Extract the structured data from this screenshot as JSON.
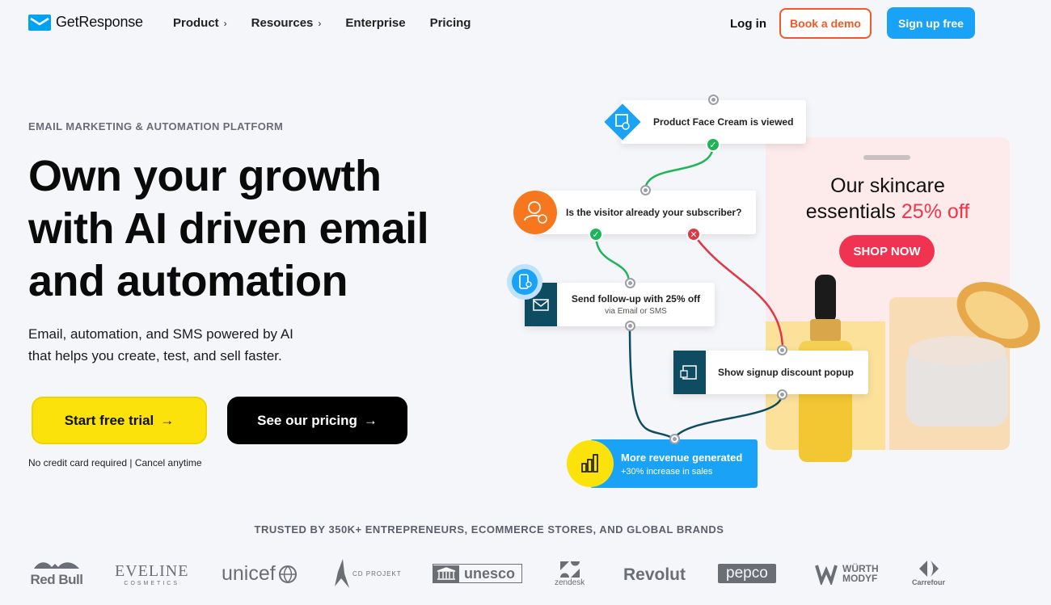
{
  "header": {
    "logo_text": "GetResponse",
    "nav": [
      {
        "label": "Product",
        "chevron": "›"
      },
      {
        "label": "Resources",
        "chevron": "›"
      },
      {
        "label": "Enterprise",
        "chevron": ""
      },
      {
        "label": "Pricing",
        "chevron": ""
      }
    ],
    "login": "Log in",
    "demo": "Book a demo",
    "signup": "Sign up free"
  },
  "hero": {
    "eyebrow": "EMAIL MARKETING & AUTOMATION PLATFORM",
    "headline_1": "Own your growth",
    "headline_2": "with AI driven email",
    "headline_3": "and automation",
    "sub_1": "Email, automation, and SMS powered by AI",
    "sub_2": "that helps you create, test, and sell faster.",
    "trial": "Start free trial",
    "pricing": "See our pricing",
    "arrow": "→",
    "note": "No credit card required | Cancel anytime"
  },
  "workflow": {
    "step1": "Product Face Cream is viewed",
    "step2": "Is the visitor already your subscriber?",
    "step3_title": "Send follow-up with 25% off",
    "step3_sub": "via Email or SMS",
    "step4": "Show signup discount popup",
    "step5_title": "More revenue generated",
    "step5_sub": "+30% increase in sales",
    "check": "✓",
    "cross": "✕"
  },
  "promo": {
    "line1": "Our skincare",
    "line2": "essentials",
    "off": "25% off",
    "cta": "SHOP NOW"
  },
  "trusted": {
    "title": "TRUSTED BY 350K+ ENTREPRENEURS, ECOMMERCE STORES, AND GLOBAL BRANDS",
    "brands": [
      "Red Bull",
      "EVELINE",
      "COSMETICS",
      "unicef",
      "CD PROJEKT",
      "unesco",
      "zendesk",
      "Revolut",
      "pepco",
      "WÜRTH",
      "MODYF",
      "Carrefour"
    ]
  },
  "colors": {
    "accent_blue": "#1aa2f7",
    "accent_orange": "#f05a28",
    "cta_yellow": "#fbe20a",
    "promo_red": "#ef3350"
  }
}
